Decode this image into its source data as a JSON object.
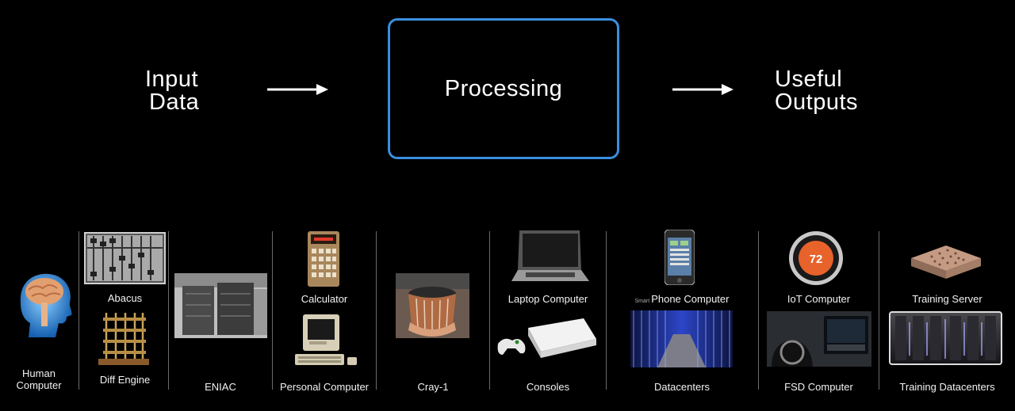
{
  "diagram": {
    "input": {
      "line1": "Input",
      "line2": "Data"
    },
    "processing": "Processing",
    "output": {
      "line1": "Useful",
      "line2": "Outputs"
    },
    "box_color": "#3a8fe0"
  },
  "timeline": {
    "human": {
      "line1": "Human",
      "line2": "Computer"
    },
    "abacus": "Abacus",
    "diff_engine": "Diff Engine",
    "eniac": "ENIAC",
    "calculator": "Calculator",
    "personal_computer": "Personal Computer",
    "cray": "Cray-1",
    "laptop": "Laptop Computer",
    "consoles": "Consoles",
    "phone_prefix": "Smart",
    "phone": "Phone Computer",
    "datacenters": "Datacenters",
    "iot": "IoT Computer",
    "thermostat_temp": "72",
    "fsd": "FSD Computer",
    "training_server": "Training Server",
    "training_datacenters": "Training Datacenters"
  }
}
